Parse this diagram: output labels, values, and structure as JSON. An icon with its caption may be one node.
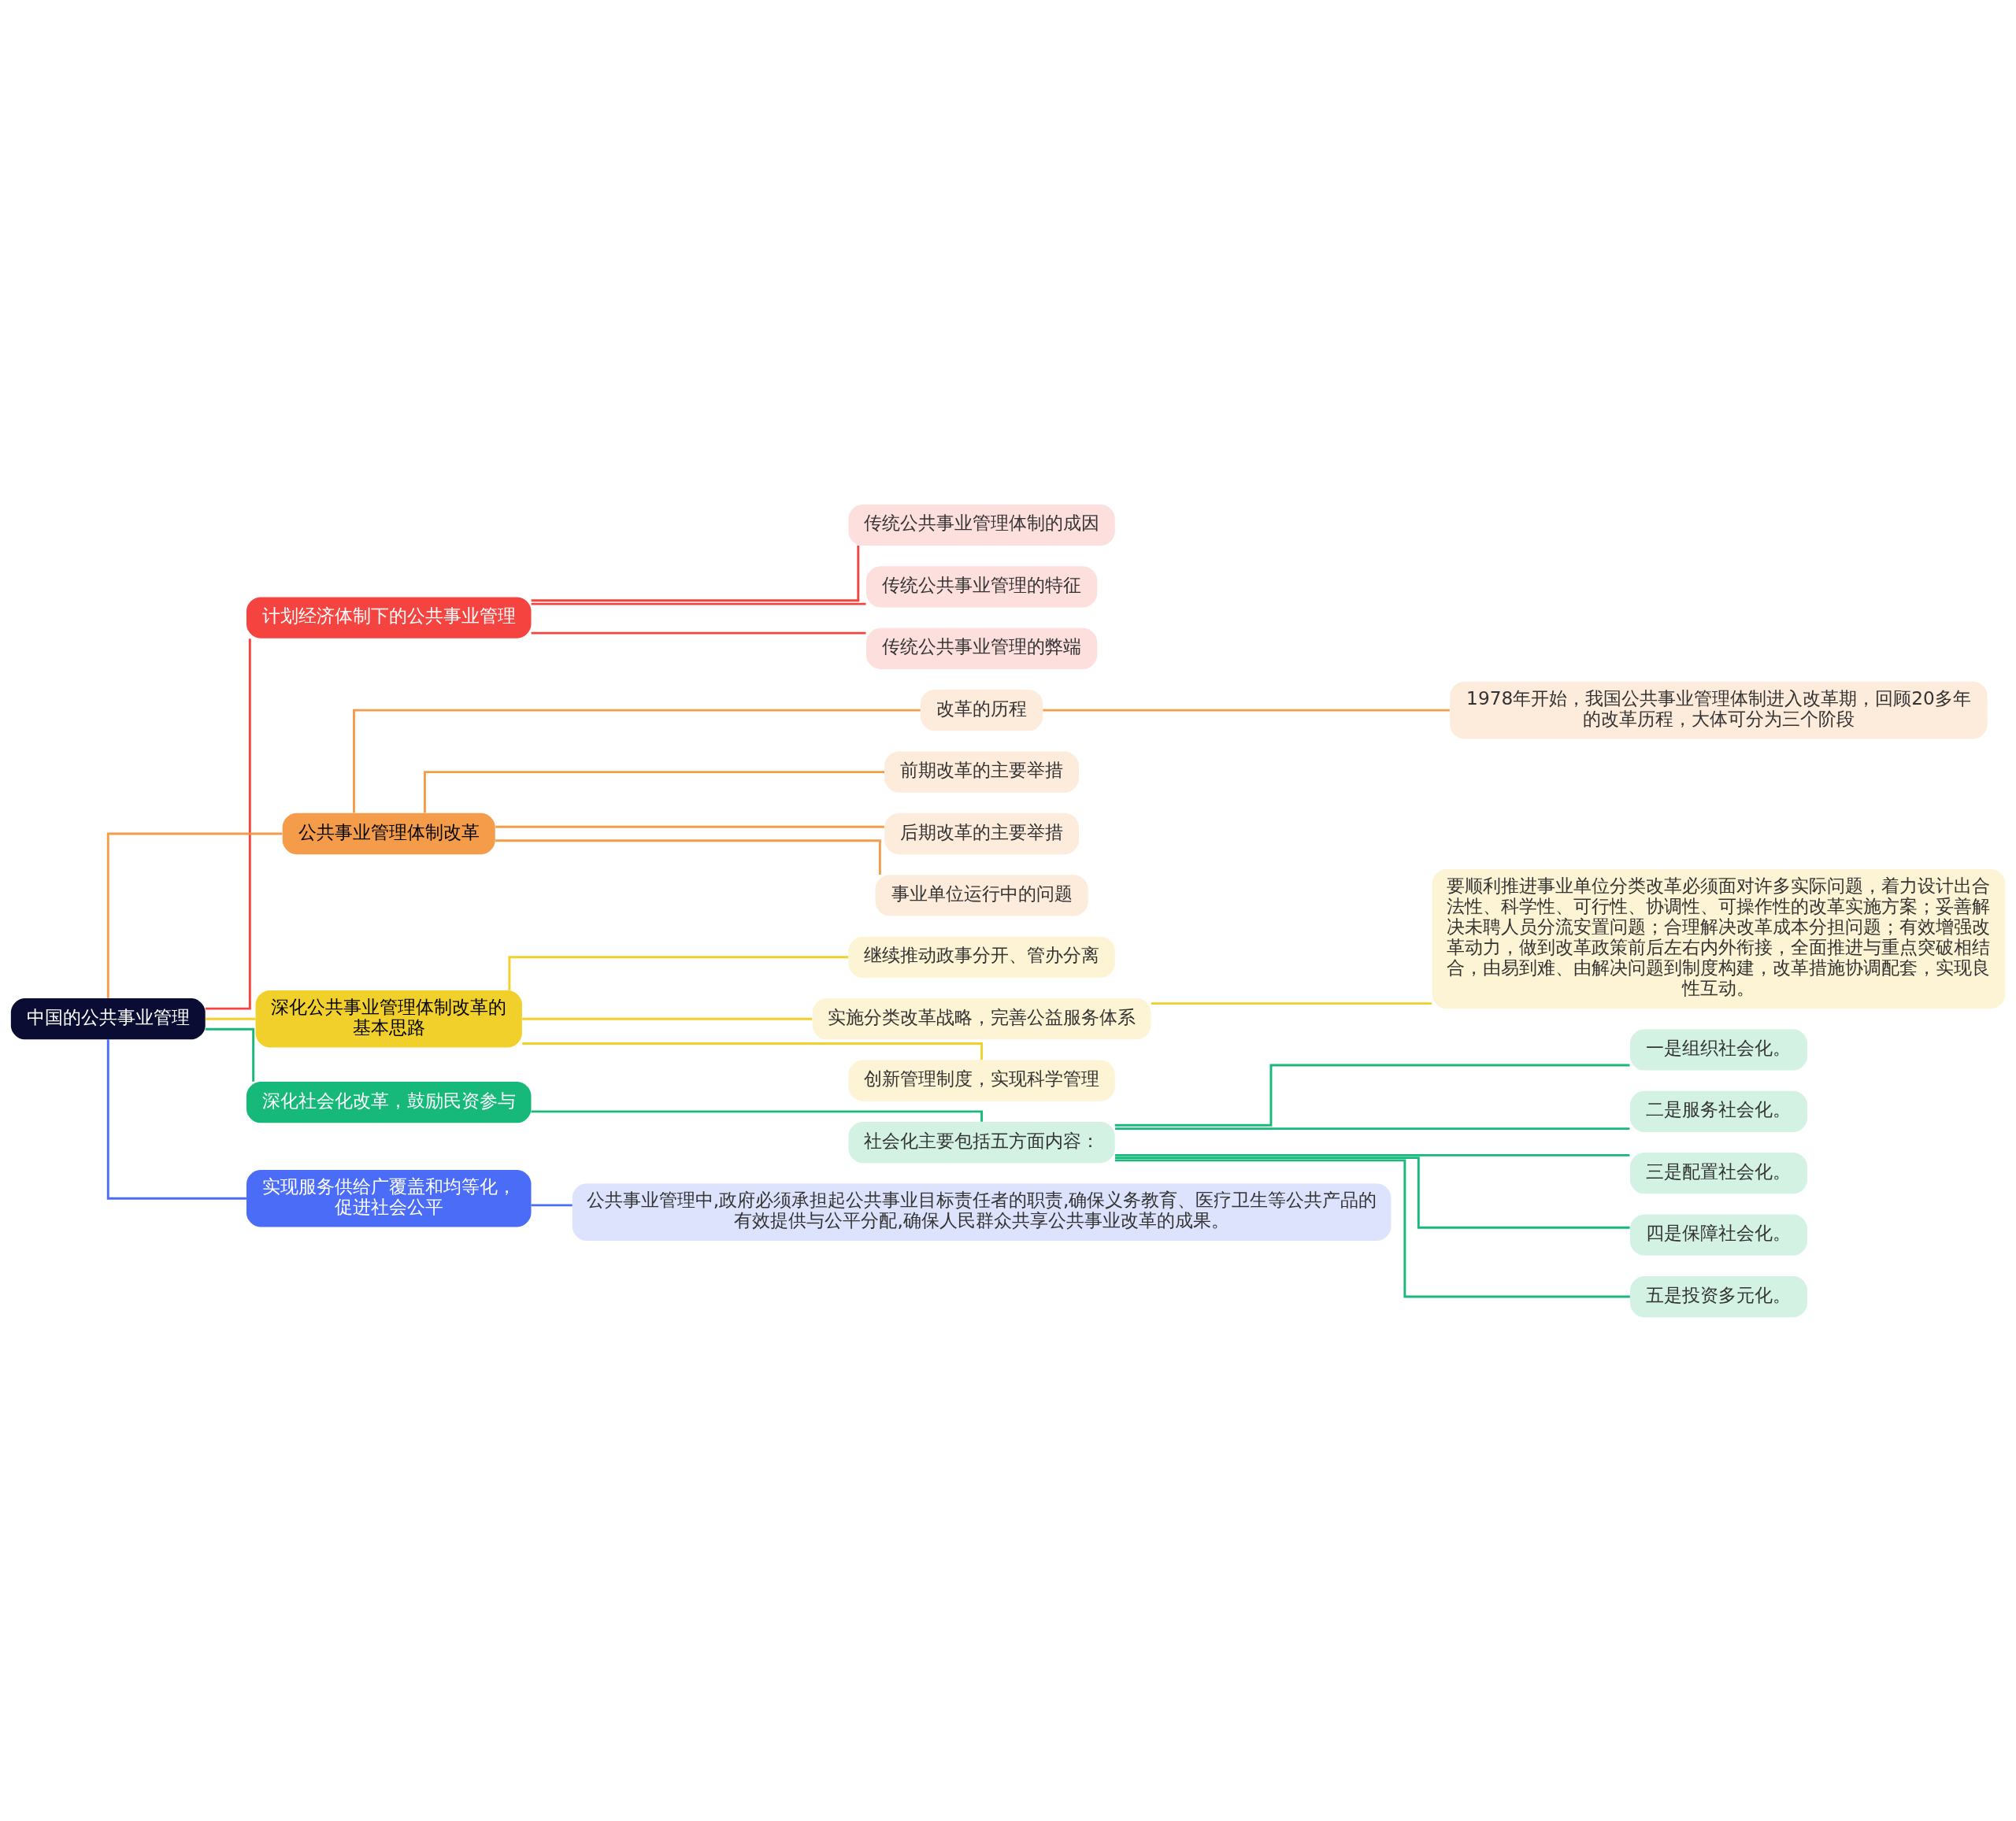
{
  "diagram": {
    "nodes": [
      {
        "text": [
          "中国的公共事业管理"
        ]
      },
      {
        "text": [
          "计划经济体制下的公共事业管理"
        ]
      },
      {
        "text": [
          "传统公共事业管理体制的成因"
        ]
      },
      {
        "text": [
          "传统公共事业管理的特征"
        ]
      },
      {
        "text": [
          "传统公共事业管理的弊端"
        ]
      },
      {
        "text": [
          "公共事业管理体制改革"
        ]
      },
      {
        "text": [
          "改革的历程"
        ]
      },
      {
        "text": [
          "1978年开始，我国公共事业管理体制进入改革期，回顾20多年的改革历程，大体可分为三个阶段"
        ]
      },
      {
        "text": [
          "前期改革的主要举措"
        ]
      },
      {
        "text": [
          "后期改革的主要举措"
        ]
      },
      {
        "text": [
          "事业单位运行中的问题"
        ]
      },
      {
        "text": [
          "深化公共事业管理体制改革的基本思路"
        ]
      },
      {
        "text": [
          "继续推动政事分开、管办分离"
        ]
      },
      {
        "text": [
          "实施分类改革战略，完善公益服务体系"
        ]
      },
      {
        "text": [
          "要顺利推进事业单位分类改革必须面对许多实际问题，着力设计出合法性、科学性、可行性、协调性、可操作性的改革实施方案；妥善解决未聘人员分流安置问题；合理解决改革成本分担问题；有效增强改革动力，做到改革政策前后左右内外衔接，全面推进与重点突破相结合，由易到难、由解决问题到制度构建，改革措施协调配套，实现良性互动。"
        ]
      },
      {
        "text": [
          "创新管理制度，实现科学管理"
        ]
      },
      {
        "text": [
          "深化社会化改革，鼓励民资参与"
        ]
      },
      {
        "text": [
          "社会化主要包括五方面内容："
        ]
      },
      {
        "text": [
          "一是组织社会化。"
        ]
      },
      {
        "text": [
          "二是服务社会化。"
        ]
      },
      {
        "text": [
          "三是配置社会化。"
        ]
      },
      {
        "text": [
          "四是保障社会化。"
        ]
      },
      {
        "text": [
          "五是投资多元化。"
        ]
      },
      {
        "text": [
          "实现服务供给广覆盖和均等化，促进社会公平"
        ]
      },
      {
        "text": [
          "公共事业管理中,政府必须承担起公共事业目标责任者的职责,确保义务教育、医疗卫生等公共产品的有效提供与公平分配,确保人民群众共享公共事业改革的成果。"
        ]
      }
    ],
    "edges": [
      {
        "from": 0,
        "to": 1,
        "arrow": "none",
        "color": "#f5433f"
      },
      {
        "from": 1,
        "to": 2,
        "arrow": "none",
        "color": "#f5433f"
      },
      {
        "from": 1,
        "to": 3,
        "arrow": "none",
        "color": "#f5433f"
      },
      {
        "from": 1,
        "to": 4,
        "arrow": "none",
        "color": "#f5433f"
      },
      {
        "from": 0,
        "to": 5,
        "arrow": "none",
        "color": "#f49c4a"
      },
      {
        "from": 5,
        "to": 6,
        "arrow": "none",
        "color": "#f49c4a"
      },
      {
        "from": 6,
        "to": 7,
        "arrow": "none",
        "color": "#f49c4a"
      },
      {
        "from": 5,
        "to": 8,
        "arrow": "none",
        "color": "#f49c4a"
      },
      {
        "from": 5,
        "to": 9,
        "arrow": "none",
        "color": "#f49c4a"
      },
      {
        "from": 5,
        "to": 10,
        "arrow": "none",
        "color": "#f49c4a"
      },
      {
        "from": 0,
        "to": 11,
        "arrow": "none",
        "color": "#f2d02b"
      },
      {
        "from": 11,
        "to": 12,
        "arrow": "none",
        "color": "#f2d02b"
      },
      {
        "from": 11,
        "to": 13,
        "arrow": "none",
        "color": "#f2d02b"
      },
      {
        "from": 13,
        "to": 14,
        "arrow": "none",
        "color": "#f2d02b"
      },
      {
        "from": 11,
        "to": 15,
        "arrow": "none",
        "color": "#f2d02b"
      },
      {
        "from": 0,
        "to": 16,
        "arrow": "none",
        "color": "#16b97a"
      },
      {
        "from": 16,
        "to": 17,
        "arrow": "none",
        "color": "#16b97a"
      },
      {
        "from": 17,
        "to": 18,
        "arrow": "none",
        "color": "#16b97a"
      },
      {
        "from": 17,
        "to": 19,
        "arrow": "none",
        "color": "#16b97a"
      },
      {
        "from": 17,
        "to": 20,
        "arrow": "none",
        "color": "#16b97a"
      },
      {
        "from": 17,
        "to": 21,
        "arrow": "none",
        "color": "#16b97a"
      },
      {
        "from": 17,
        "to": 22,
        "arrow": "none",
        "color": "#16b97a"
      },
      {
        "from": 0,
        "to": 23,
        "arrow": "none",
        "color": "#4a6cf7"
      },
      {
        "from": 23,
        "to": 24,
        "arrow": "none",
        "color": "#4a6cf7"
      }
    ]
  }
}
